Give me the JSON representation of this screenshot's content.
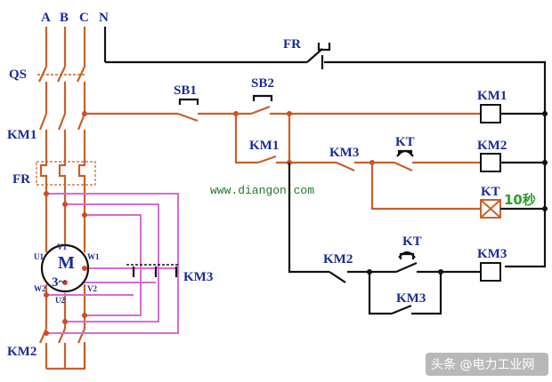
{
  "labels": {
    "phase_a": "A",
    "phase_b": "B",
    "phase_c": "C",
    "neutral": "N",
    "qs": "QS",
    "km1_main": "KM1",
    "fr_main": "FR",
    "km2_main": "KM2",
    "motor_m": "M",
    "motor_3": "3~",
    "u1": "U1",
    "v1": "V1",
    "w1": "W1",
    "u2": "U2",
    "v2": "V2",
    "w2": "W2",
    "km3_star": "KM3",
    "fr_ctrl": "FR",
    "sb1": "SB1",
    "sb2": "SB2",
    "km1_hold": "KM1",
    "km3_nc": "KM3",
    "kt_nc": "KT",
    "km1_coil": "KM1",
    "km2_coil": "KM2",
    "kt_coil": "KT",
    "kt_time": "10秒",
    "km2_hold": "KM2",
    "kt_no": "KT",
    "km3_coil": "KM3",
    "km3_hold": "KM3"
  },
  "website": "www.diangon.com",
  "watermark": "头条 @电力工业网"
}
